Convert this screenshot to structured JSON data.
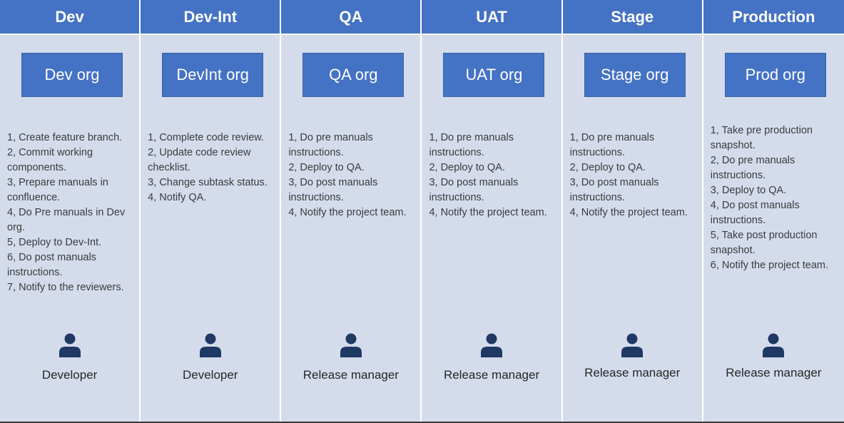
{
  "columns": [
    {
      "header": "Dev",
      "org": "Dev org",
      "steps": [
        "1, Create feature branch.",
        "2, Commit working components.",
        "3, Prepare manuals in confluence.",
        "4, Do Pre manuals in Dev org.",
        "5, Deploy to Dev-Int.",
        "6, Do post manuals instructions.",
        "7, Notify to the reviewers."
      ],
      "role_icon": "person-icon",
      "role": "Developer"
    },
    {
      "header": "Dev-Int",
      "org": "DevInt org",
      "steps": [
        "1, Complete code review.",
        "2, Update code review checklist.",
        "3, Change subtask status.",
        "4, Notify QA."
      ],
      "role_icon": "person-icon",
      "role": "Developer"
    },
    {
      "header": "QA",
      "org": "QA org",
      "steps": [
        "1, Do pre manuals instructions.",
        "2, Deploy to QA.",
        "3, Do post manuals instructions.",
        "4, Notify the project team."
      ],
      "role_icon": "person-icon",
      "role": "Release manager"
    },
    {
      "header": "UAT",
      "org": "UAT org",
      "steps": [
        "1, Do pre manuals instructions.",
        "2, Deploy to QA.",
        "3, Do post manuals instructions.",
        "4, Notify the project team."
      ],
      "role_icon": "person-icon",
      "role": "Release manager"
    },
    {
      "header": "Stage",
      "org": "Stage org",
      "steps": [
        "1, Do pre manuals instructions.",
        "2, Deploy to QA.",
        "3, Do post manuals instructions.",
        "4, Notify the project team."
      ],
      "role_icon": "person-icon",
      "role": "Release manager"
    },
    {
      "header": "Production",
      "org": "Prod org",
      "steps": [
        "1, Take pre production snapshot.",
        "2, Do pre manuals instructions.",
        "3, Deploy to QA.",
        "4, Do post manuals instructions.",
        "5, Take post production snapshot.",
        "6, Notify the project team."
      ],
      "role_icon": "person-icon",
      "role": "Release manager"
    }
  ],
  "colors": {
    "header_bg": "#4472c4",
    "body_bg": "#d4dcec",
    "org_box_bg": "#4472c4",
    "icon_color": "#203864",
    "step_text": "#3b3b3b"
  }
}
